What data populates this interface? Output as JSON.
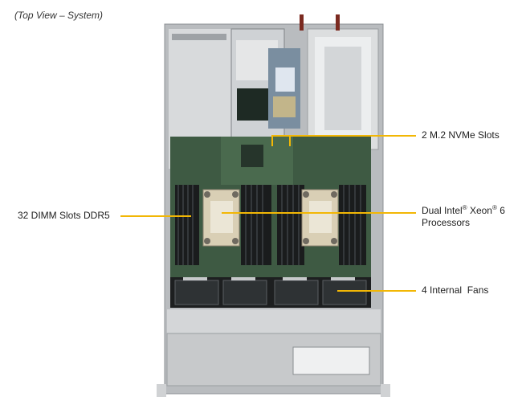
{
  "caption": "(Top View – System)",
  "callouts": {
    "m2": "2 M.2 NVMe Slots",
    "dimm": "32 DIMM Slots DDR5",
    "cpu_line1_a": "Dual Intel",
    "cpu_line1_b": "®",
    "cpu_line1_c": " Xeon",
    "cpu_line1_d": "®",
    "cpu_line1_e": " 6",
    "cpu_line2": "Processors",
    "fans": "4 Internal  Fans"
  },
  "colors": {
    "leader": "#f2b705",
    "pcb": "#3e5a43",
    "chassis": "#c9cccf"
  }
}
